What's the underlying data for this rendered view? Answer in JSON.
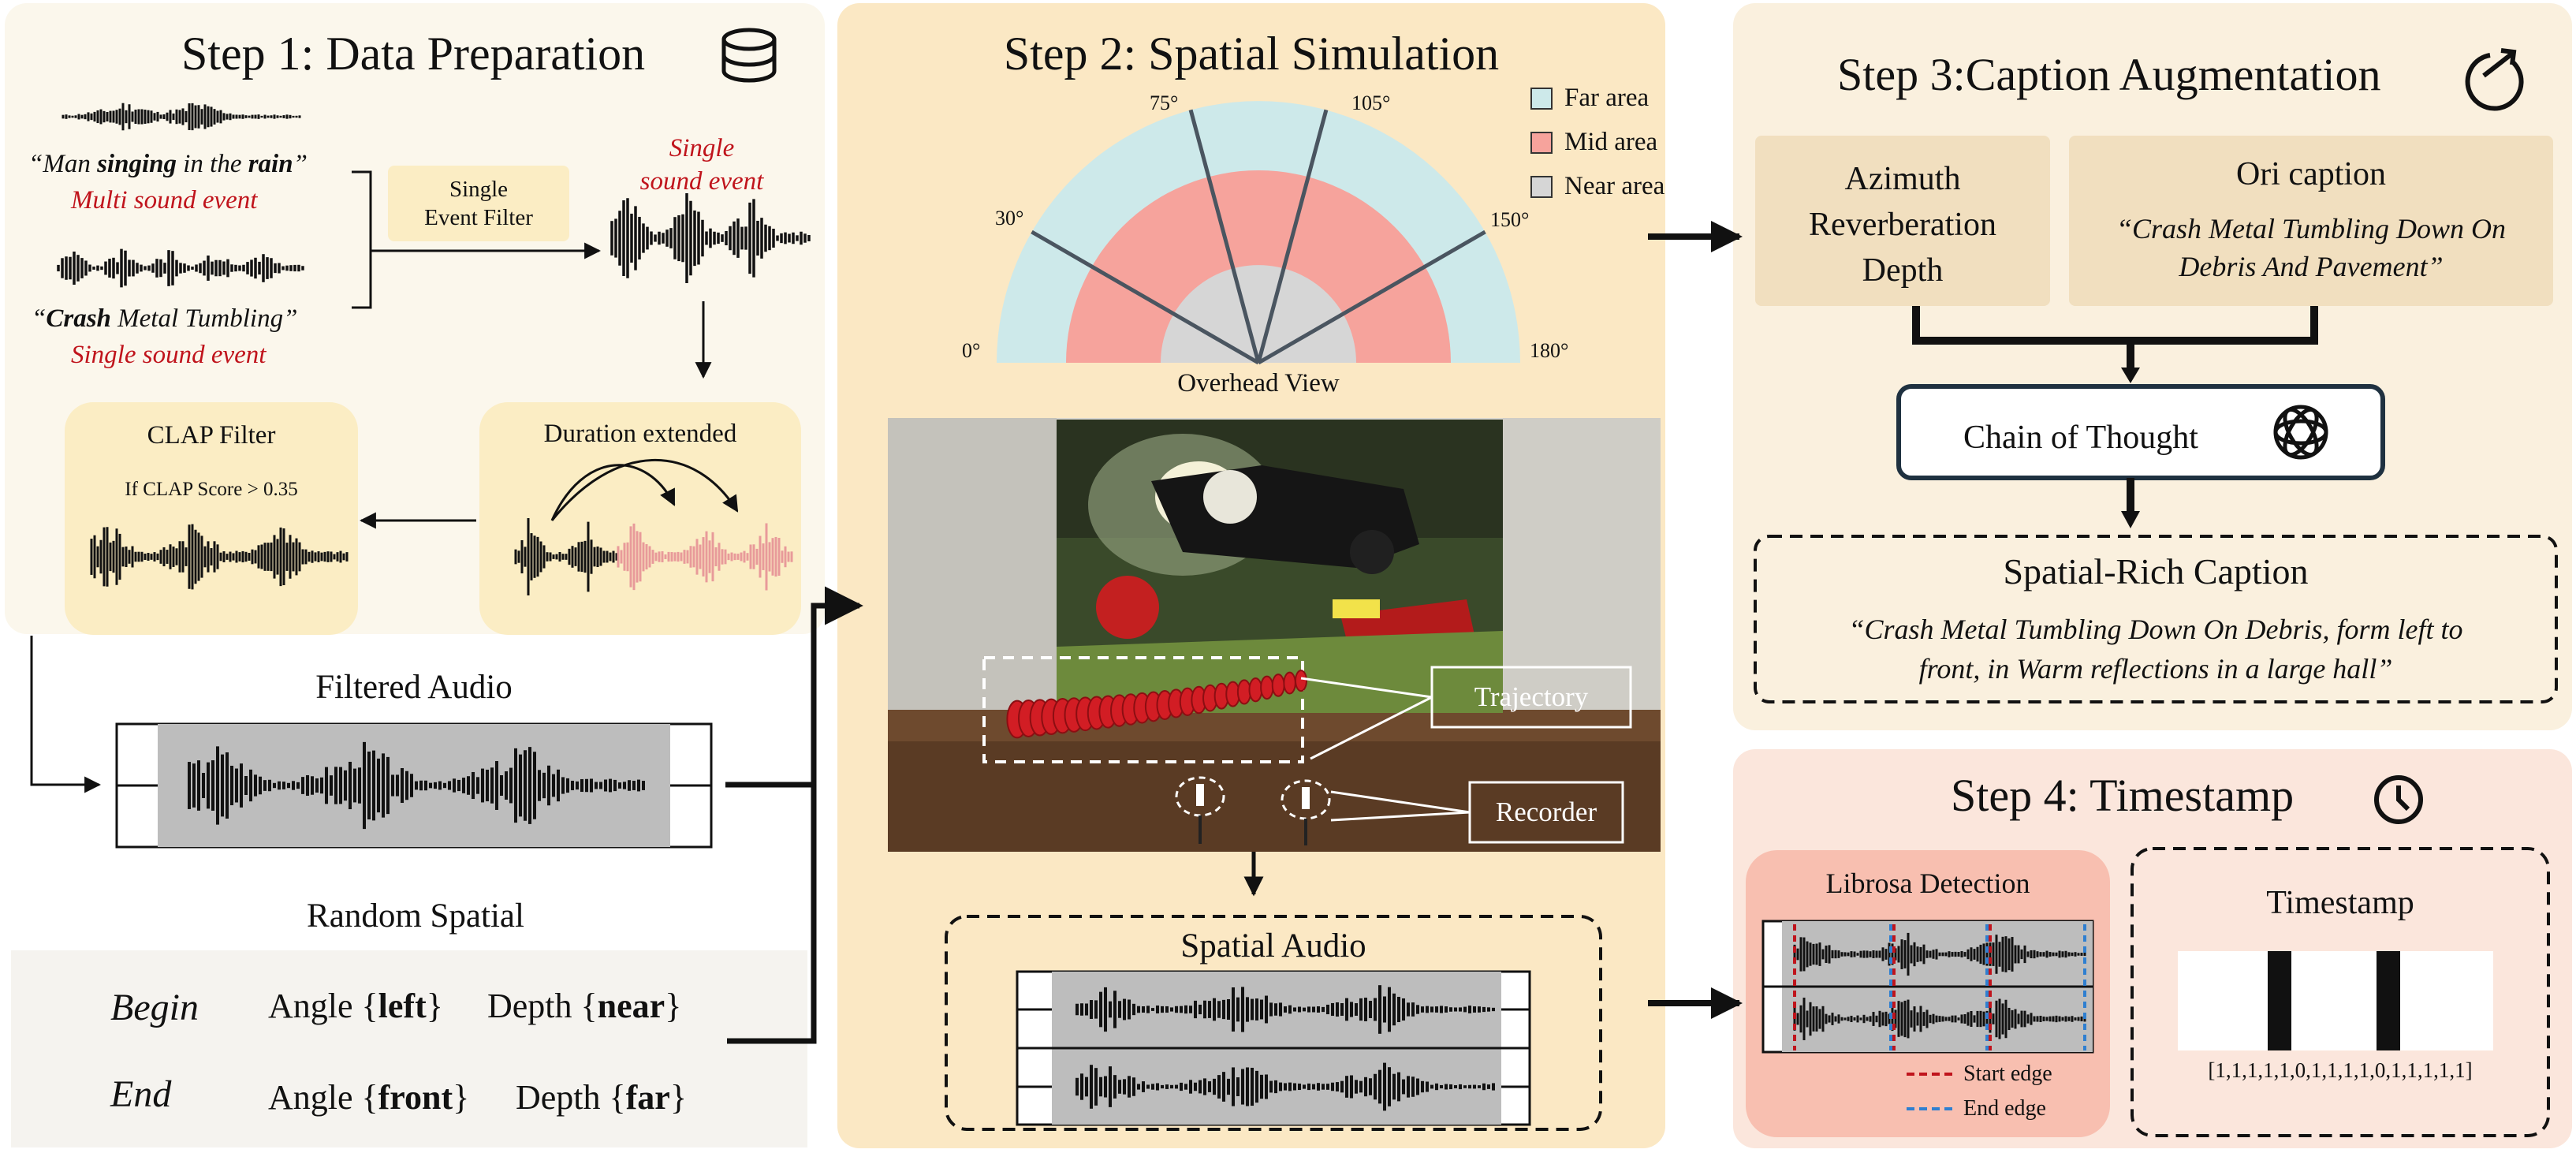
{
  "step1": {
    "title": "Step 1: Data Preparation",
    "quote1_pre": "“Man ",
    "quote1_b1": "singing",
    "quote1_mid": " in the ",
    "quote1_b2": "rain",
    "quote1_post": "”",
    "multi_label": "Multi sound event",
    "quote2_pre": "“",
    "quote2_b": "Crash",
    "quote2_post": " Metal Tumbling”",
    "single_label": "Single sound event",
    "filter_line1": "Single",
    "filter_line2": "Event Filter",
    "single_out_line1": "Single",
    "single_out_line2": "sound event",
    "duration_label": "Duration extended",
    "clap_label": "CLAP Filter",
    "clap_cond": "If CLAP Score > 0.35",
    "filtered_audio": "Filtered Audio",
    "random_spatial": "Random Spatial",
    "begin": "Begin",
    "end": "End",
    "angle": "Angle",
    "depth": "Depth",
    "begin_angle": "left",
    "begin_depth": "near",
    "end_angle": "front",
    "end_depth": "far",
    "ob": "{",
    "cb": "}"
  },
  "step2": {
    "title": "Step 2: Spatial Simulation",
    "angles": [
      "0°",
      "30°",
      "75°",
      "105°",
      "150°",
      "180°"
    ],
    "overhead": "Overhead View",
    "legend": [
      {
        "label": "Far area",
        "color": "#cde9ea"
      },
      {
        "label": "Mid area",
        "color": "#f6a39c"
      },
      {
        "label": "Near area",
        "color": "#d6d6d6"
      }
    ],
    "trajectory": "Trajectory",
    "recorder": "Recorder",
    "spatial_audio": "Spatial Audio"
  },
  "step3": {
    "title": "Step 3:Caption Augmentation",
    "attrs": [
      "Azimuth",
      "Reverberation",
      "Depth"
    ],
    "ori_title": "Ori caption",
    "ori_line1": "“Crash Metal Tumbling Down On",
    "ori_line2": "Debris And Pavement”",
    "cot": "Chain of Thought",
    "rich_title": "Spatial-Rich Caption",
    "rich_line1": "“Crash Metal Tumbling Down On Debris, form left to",
    "rich_line2": "front, in Warm reflections in a large hall”"
  },
  "step4": {
    "title": "Step 4: Timestamp",
    "librosa": "Librosa Detection",
    "start_edge": "Start edge",
    "end_edge": "End edge",
    "timestamp": "Timestamp",
    "sequence": "[1,1,1,1,1,0,1,1,1,1,0,1,1,1,1,1]"
  },
  "colors": {
    "step1_bg": "#fbf7ec",
    "step2_bg": "#fbe8c4",
    "step3_bg": "#faf0de",
    "step4_bg": "#fbe6dc",
    "accent_red": "#c0141c",
    "edge_blue": "#2f7fd0"
  }
}
